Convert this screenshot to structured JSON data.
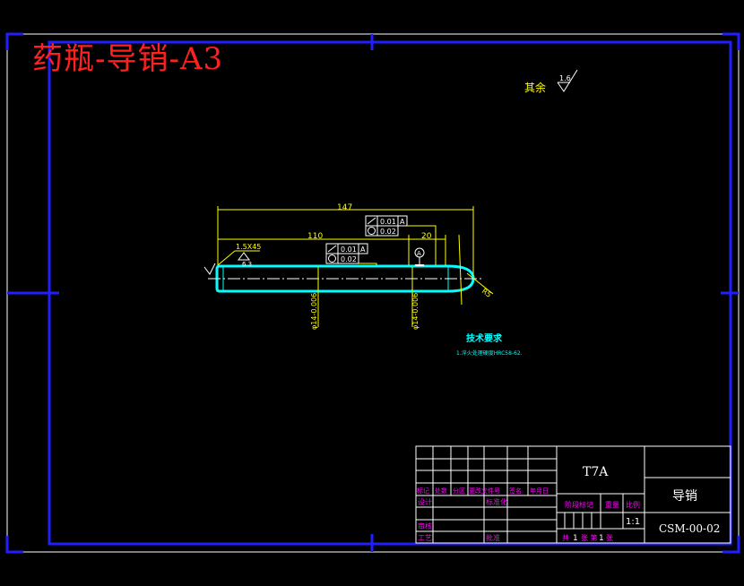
{
  "drawing_title": "药瓶-导销-A3",
  "surface_finish": {
    "label": "其余",
    "value": "1.6"
  },
  "dimensions": {
    "overall_length": "147",
    "length_110": "110",
    "length_20": "20",
    "chamfer": "1.5X45",
    "chamfer_roughness": "6.3",
    "radius": "R5",
    "diameter_1": "φ14-0.006",
    "diameter_2": "φ14-0.006",
    "datum": "A"
  },
  "tolerance_frames": [
    {
      "value": "0.01",
      "datum": "A",
      "value2": "0.02"
    },
    {
      "value": "0.01",
      "datum": "A",
      "value2": "0.02"
    }
  ],
  "tech_requirements": {
    "title": "技术要求",
    "line1": "1.淬火处理硬度HRC58-62."
  },
  "title_block": {
    "material": "T7A",
    "part_name": "导销",
    "drawing_number": "CSM-00-02",
    "scale": "1:1",
    "sheet_total_label": "共",
    "sheet_total": "1",
    "sheet_label": "张 第",
    "sheet_num": "1",
    "sheet_suffix": "张",
    "headers": [
      "标记",
      "处数",
      "分区",
      "更改文件号",
      "签名",
      "年月日"
    ],
    "row_design": "设计",
    "row_standard": "标准化",
    "row_review": "审核",
    "row_process": "工艺",
    "row_approve": "批准",
    "stage_mark": "阶段标记",
    "weight": "重量",
    "ratio": "比例"
  }
}
